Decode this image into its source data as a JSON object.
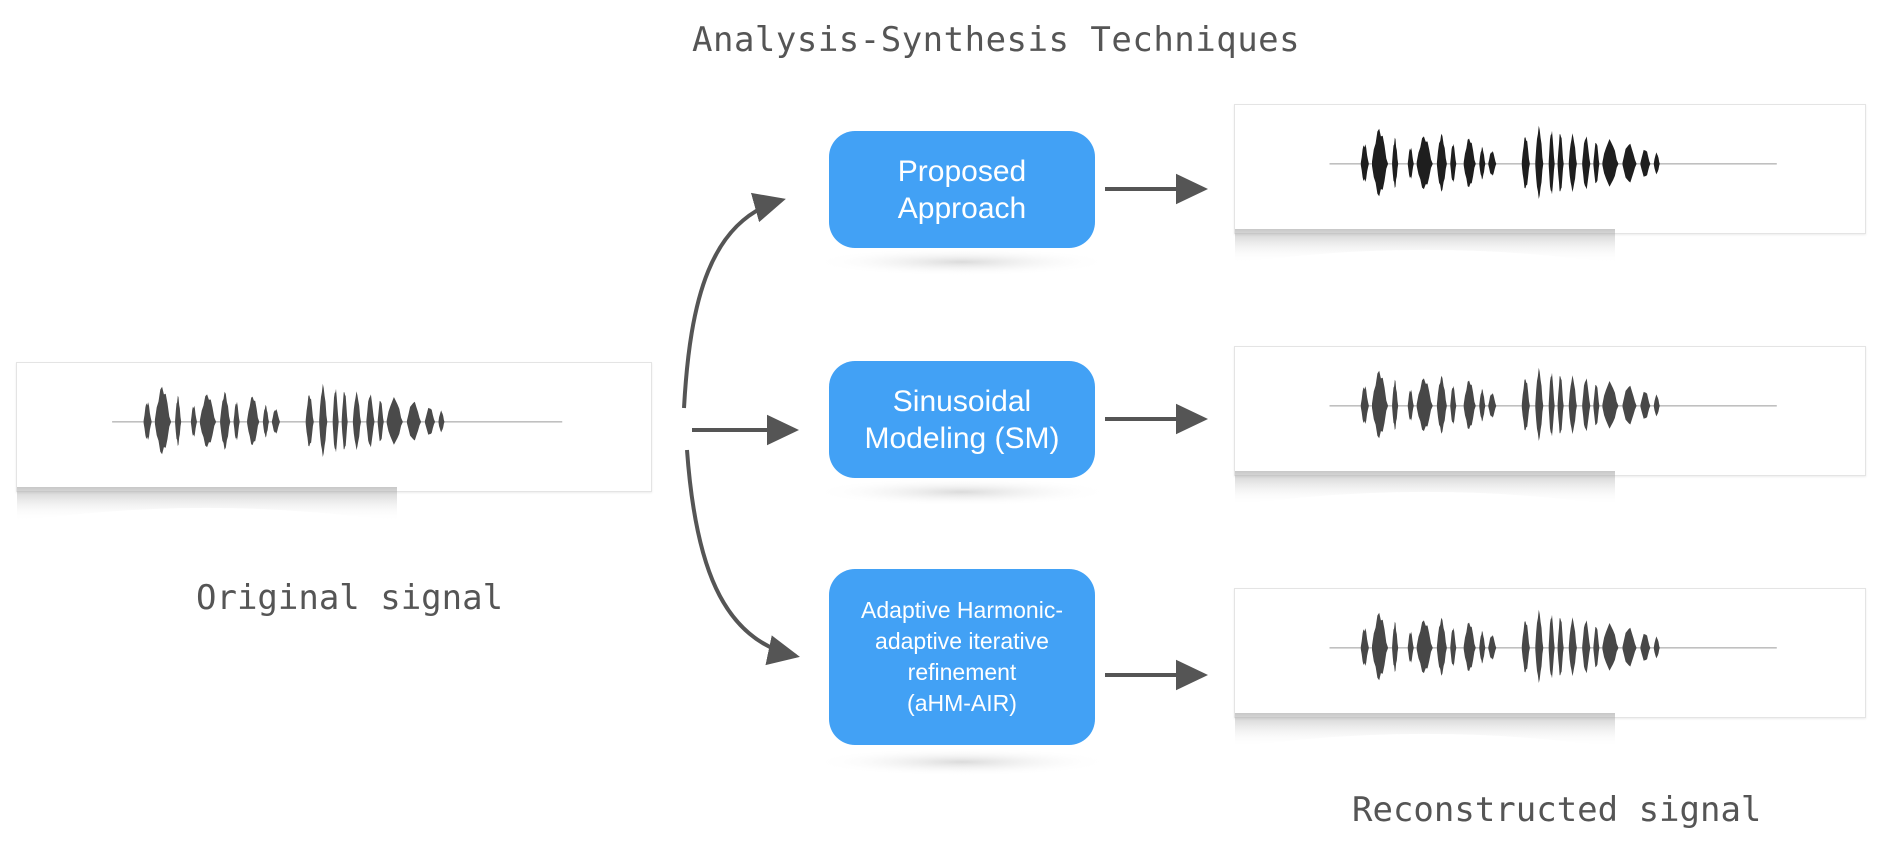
{
  "title": "Analysis-Synthesis Techniques",
  "labels": {
    "original": "Original signal",
    "reconstructed": "Reconstructed signal"
  },
  "methods": [
    {
      "lines": [
        "Proposed",
        "Approach"
      ]
    },
    {
      "lines": [
        "Sinusoidal",
        "Modeling (SM)"
      ]
    },
    {
      "lines": [
        "Adaptive Harmonic-",
        "adaptive iterative",
        "refinement",
        "(aHM-AIR)"
      ]
    }
  ],
  "colors": {
    "method_fill": "#42a1f5",
    "arrow": "#555555",
    "wave_original": "#4a4a4a",
    "wave_proposed": "#1e1e1e",
    "wave_sm": "#474747",
    "wave_ahm": "#474747",
    "label_text": "#555555"
  },
  "icons": [
    "arrow-icon",
    "waveform-icon"
  ]
}
